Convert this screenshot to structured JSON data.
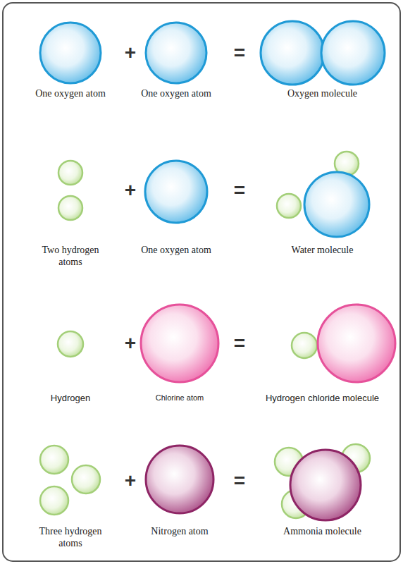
{
  "diagram": {
    "nodes": [
      {
        "text": [
          "One oxygen atom"
        ]
      },
      {
        "text": [
          "One oxygen atom"
        ]
      },
      {
        "text": [
          "Oxygen molecule"
        ]
      },
      {
        "text": [
          "Two hydrogen atoms"
        ]
      },
      {
        "text": [
          "One oxygen atom"
        ]
      },
      {
        "text": [
          "Water molecule"
        ]
      },
      {
        "text": [
          "Hydrogen"
        ]
      },
      {
        "text": [
          "Chlorine atom"
        ]
      },
      {
        "text": [
          "Hydrogen chloride molecule"
        ]
      },
      {
        "text": [
          "Three hydrogen atoms"
        ]
      },
      {
        "text": [
          "Nitrogen atom"
        ]
      },
      {
        "text": [
          "Ammonia molecule"
        ]
      }
    ],
    "labels": [
      "+",
      "=",
      "+",
      "=",
      "+",
      "=",
      "+",
      "="
    ]
  }
}
